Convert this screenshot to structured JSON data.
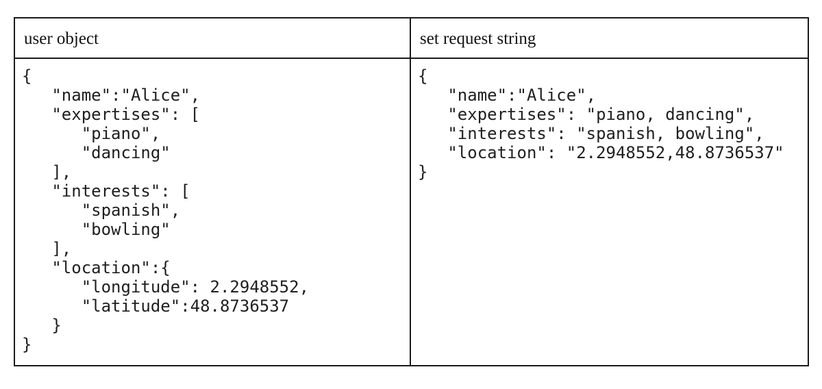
{
  "table": {
    "columns": [
      {
        "header": "user object",
        "code": [
          "{",
          "   \"name\":\"Alice\",",
          "   \"expertises\": [",
          "      \"piano\",",
          "      \"dancing\"",
          "   ],",
          "   \"interests\": [",
          "      \"spanish\",",
          "      \"bowling\"",
          "   ],",
          "   \"location\":{",
          "      \"longitude\": 2.2948552,",
          "      \"latitude\":48.8736537",
          "   }",
          "}"
        ]
      },
      {
        "header": "set request string",
        "code": [
          "{",
          "   \"name\":\"Alice\",",
          "   \"expertises\": \"piano, dancing\",",
          "   \"interests\": \"spanish, bowling\",",
          "   \"location\": \"2.2948552,48.8736537\"",
          "}"
        ]
      }
    ],
    "border_color": "#1a1a1a",
    "background_color": "#ffffff"
  }
}
